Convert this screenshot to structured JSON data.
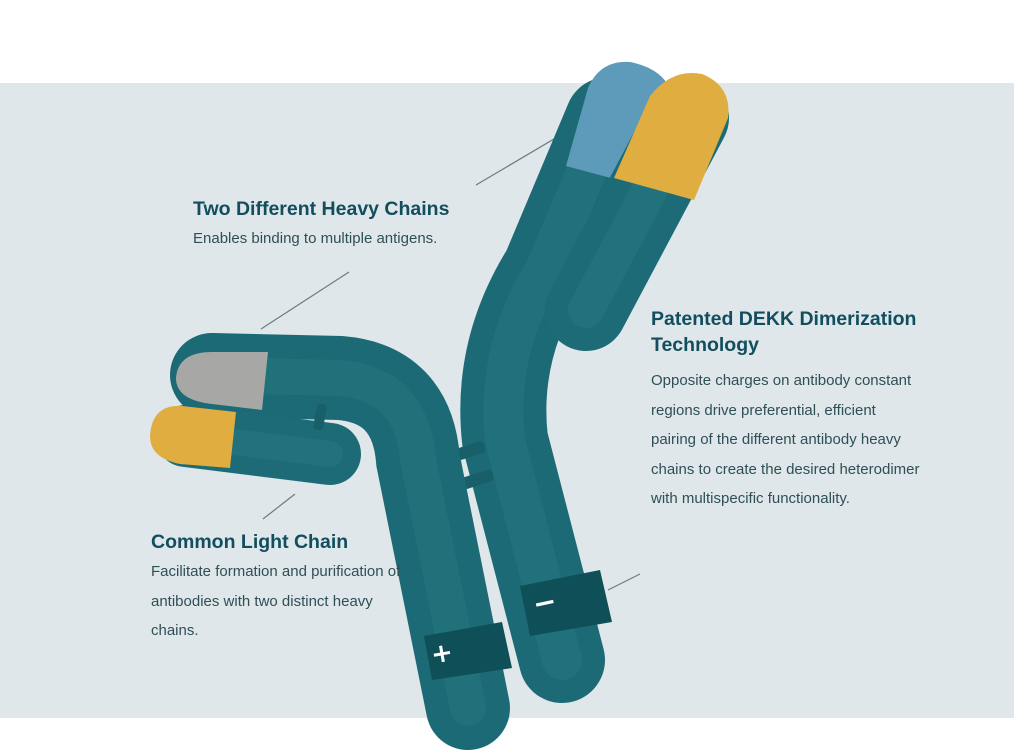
{
  "colors": {
    "panel": "#dfe7ea",
    "teal": "#1e6f7a",
    "teal_dark": "#145761",
    "blue": "#5e9ab9",
    "yellow": "#e0ad40",
    "gray": "#a7a7a5",
    "band": "#0f4f57",
    "leader": "#6c7c80",
    "heading": "#124e5e"
  },
  "callouts": {
    "heavy_chains": {
      "title": "Two Different Heavy Chains",
      "text": "Enables binding to multiple antigens."
    },
    "light_chain": {
      "title": "Common Light Chain",
      "text": "Facilitate formation and purification of antibodies with two distinct heavy chains."
    },
    "dekk": {
      "title": "Patented DEKK Dimerization Technology",
      "text": "Opposite charges on antibody constant regions drive preferential, efficient pairing of the different antibody heavy chains to create the desired heterodimer with multispecific functionality."
    }
  },
  "charge_labels": {
    "positive": "+",
    "negative": "−"
  }
}
